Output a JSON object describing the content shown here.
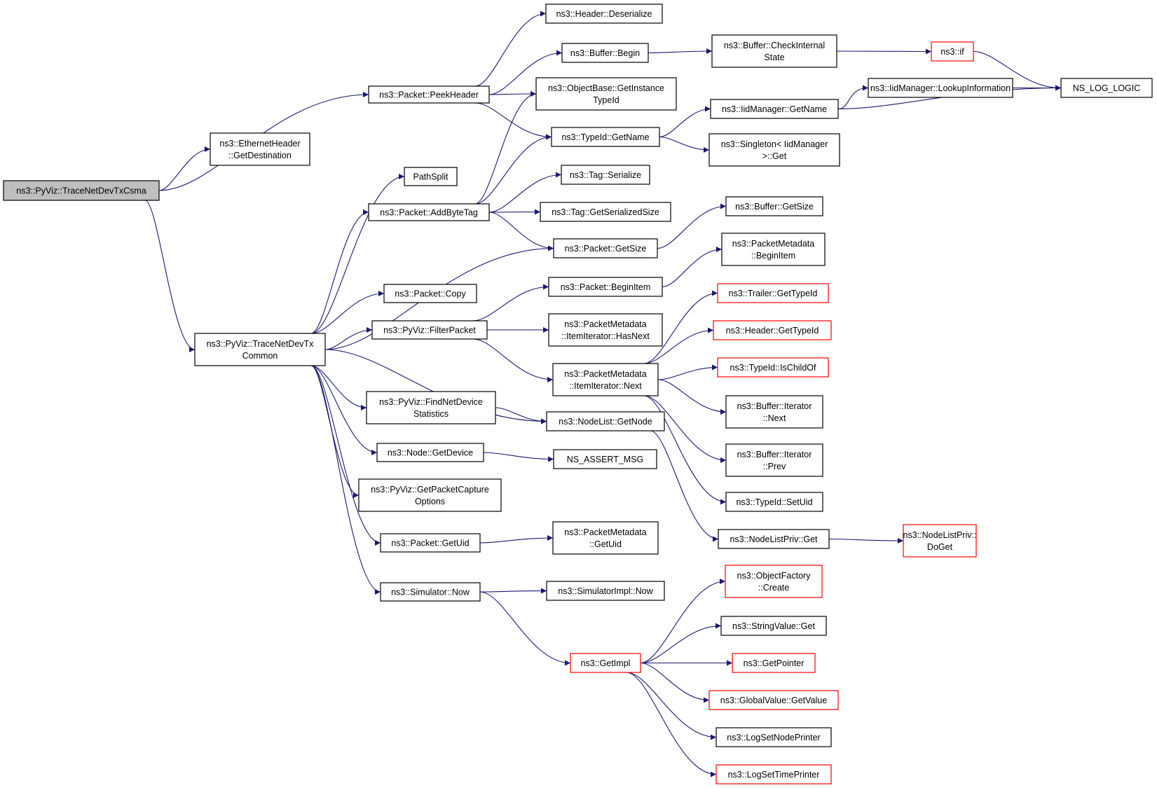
{
  "style": {
    "edge_color": "#191970",
    "node_border": "#000000",
    "truncated_border": "#ff0000",
    "root_fill": "#bfbfbf",
    "node_fill": "#ffffff"
  },
  "nodes": [
    {
      "id": "root",
      "lines": [
        "ns3::PyViz::TraceNetDevTxCsma"
      ],
      "kind": "root"
    },
    {
      "id": "ethhdr",
      "lines": [
        "ns3::EthernetHeader",
        "::GetDestination"
      ],
      "kind": "normal"
    },
    {
      "id": "common",
      "lines": [
        "ns3::PyViz::TraceNetDevTx",
        "Common"
      ],
      "kind": "normal"
    },
    {
      "id": "peekhdr",
      "lines": [
        "ns3::Packet::PeekHeader"
      ],
      "kind": "normal"
    },
    {
      "id": "pathsplit",
      "lines": [
        "PathSplit"
      ],
      "kind": "normal"
    },
    {
      "id": "addbytetag",
      "lines": [
        "ns3::Packet::AddByteTag"
      ],
      "kind": "normal"
    },
    {
      "id": "copy",
      "lines": [
        "ns3::Packet::Copy"
      ],
      "kind": "normal"
    },
    {
      "id": "filterpkt",
      "lines": [
        "ns3::PyViz::FilterPacket"
      ],
      "kind": "normal"
    },
    {
      "id": "findnds",
      "lines": [
        "ns3::PyViz::FindNetDevice",
        "Statistics"
      ],
      "kind": "normal"
    },
    {
      "id": "getdevice",
      "lines": [
        "ns3::Node::GetDevice"
      ],
      "kind": "normal"
    },
    {
      "id": "getpco",
      "lines": [
        "ns3::PyViz::GetPacketCapture",
        "Options"
      ],
      "kind": "normal"
    },
    {
      "id": "getuid",
      "lines": [
        "ns3::Packet::GetUid"
      ],
      "kind": "normal"
    },
    {
      "id": "simnow",
      "lines": [
        "ns3::Simulator::Now"
      ],
      "kind": "normal"
    },
    {
      "id": "hdrdeser",
      "lines": [
        "ns3::Header::Deserialize"
      ],
      "kind": "normal"
    },
    {
      "id": "bufbegin",
      "lines": [
        "ns3::Buffer::Begin"
      ],
      "kind": "normal"
    },
    {
      "id": "objbase",
      "lines": [
        "ns3::ObjectBase::GetInstance",
        "TypeId"
      ],
      "kind": "normal"
    },
    {
      "id": "tidgetname",
      "lines": [
        "ns3::TypeId::GetName"
      ],
      "kind": "normal"
    },
    {
      "id": "tagser",
      "lines": [
        "ns3::Tag::Serialize"
      ],
      "kind": "normal"
    },
    {
      "id": "taggss",
      "lines": [
        "ns3::Tag::GetSerializedSize"
      ],
      "kind": "normal"
    },
    {
      "id": "pktgetsize",
      "lines": [
        "ns3::Packet::GetSize"
      ],
      "kind": "normal"
    },
    {
      "id": "pktbeginitem",
      "lines": [
        "ns3::Packet::BeginItem"
      ],
      "kind": "normal"
    },
    {
      "id": "pmhasnext",
      "lines": [
        "ns3::PacketMetadata",
        "::ItemIterator::HasNext"
      ],
      "kind": "normal"
    },
    {
      "id": "pmnext",
      "lines": [
        "ns3::PacketMetadata",
        "::ItemIterator::Next"
      ],
      "kind": "normal"
    },
    {
      "id": "nlgetnode",
      "lines": [
        "ns3::NodeList::GetNode"
      ],
      "kind": "normal"
    },
    {
      "id": "nsassert",
      "lines": [
        "NS_ASSERT_MSG"
      ],
      "kind": "normal"
    },
    {
      "id": "pmgetuid",
      "lines": [
        "ns3::PacketMetadata",
        "::GetUid"
      ],
      "kind": "normal"
    },
    {
      "id": "simimplnow",
      "lines": [
        "ns3::SimulatorImpl::Now"
      ],
      "kind": "normal"
    },
    {
      "id": "getimpl",
      "lines": [
        "ns3::GetImpl"
      ],
      "kind": "truncated"
    },
    {
      "id": "bufcheck",
      "lines": [
        "ns3::Buffer::CheckInternal",
        "State"
      ],
      "kind": "normal"
    },
    {
      "id": "iidgetname",
      "lines": [
        "ns3::IidManager::GetName"
      ],
      "kind": "normal"
    },
    {
      "id": "singleton",
      "lines": [
        "ns3::Singleton< IidManager",
        ">::Get"
      ],
      "kind": "normal"
    },
    {
      "id": "bufgetsize",
      "lines": [
        "ns3::Buffer::GetSize"
      ],
      "kind": "normal"
    },
    {
      "id": "pmbeginitem",
      "lines": [
        "ns3::PacketMetadata",
        "::BeginItem"
      ],
      "kind": "normal"
    },
    {
      "id": "trailertid",
      "lines": [
        "ns3::Trailer::GetTypeId"
      ],
      "kind": "truncated"
    },
    {
      "id": "headertid",
      "lines": [
        "ns3::Header::GetTypeId"
      ],
      "kind": "truncated"
    },
    {
      "id": "ischildof",
      "lines": [
        "ns3::TypeId::IsChildOf"
      ],
      "kind": "truncated"
    },
    {
      "id": "bufitnext",
      "lines": [
        "ns3::Buffer::Iterator",
        "::Next"
      ],
      "kind": "normal"
    },
    {
      "id": "bufitprev",
      "lines": [
        "ns3::Buffer::Iterator",
        "::Prev"
      ],
      "kind": "normal"
    },
    {
      "id": "setuid",
      "lines": [
        "ns3::TypeId::SetUid"
      ],
      "kind": "normal"
    },
    {
      "id": "nlprivget",
      "lines": [
        "ns3::NodeListPriv::Get"
      ],
      "kind": "normal"
    },
    {
      "id": "objfactory",
      "lines": [
        "ns3::ObjectFactory",
        "::Create"
      ],
      "kind": "truncated"
    },
    {
      "id": "strvalget",
      "lines": [
        "ns3::StringValue::Get"
      ],
      "kind": "normal"
    },
    {
      "id": "getpointer",
      "lines": [
        "ns3::GetPointer"
      ],
      "kind": "truncated"
    },
    {
      "id": "gvgetvalue",
      "lines": [
        "ns3::GlobalValue::GetValue"
      ],
      "kind": "truncated"
    },
    {
      "id": "lognode",
      "lines": [
        "ns3::LogSetNodePrinter"
      ],
      "kind": "normal"
    },
    {
      "id": "logtime",
      "lines": [
        "ns3::LogSetTimePrinter"
      ],
      "kind": "truncated"
    },
    {
      "id": "if",
      "lines": [
        "ns3::if"
      ],
      "kind": "truncated"
    },
    {
      "id": "lookupinfo",
      "lines": [
        "ns3::IidManager::LookupInformation"
      ],
      "kind": "normal"
    },
    {
      "id": "nslog",
      "lines": [
        "NS_LOG_LOGIC"
      ],
      "kind": "normal"
    },
    {
      "id": "nlprivdoget",
      "lines": [
        "ns3::NodeListPriv::",
        "DoGet"
      ],
      "kind": "truncated"
    }
  ],
  "edges": [
    [
      "root",
      "ethhdr"
    ],
    [
      "root",
      "peekhdr"
    ],
    [
      "root",
      "common"
    ],
    [
      "common",
      "pathsplit"
    ],
    [
      "common",
      "addbytetag"
    ],
    [
      "common",
      "pktgetsize"
    ],
    [
      "common",
      "copy"
    ],
    [
      "common",
      "filterpkt"
    ],
    [
      "common",
      "nlgetnode"
    ],
    [
      "common",
      "findnds"
    ],
    [
      "common",
      "getdevice"
    ],
    [
      "common",
      "getpco"
    ],
    [
      "common",
      "getuid"
    ],
    [
      "common",
      "simnow"
    ],
    [
      "peekhdr",
      "hdrdeser"
    ],
    [
      "peekhdr",
      "bufbegin"
    ],
    [
      "peekhdr",
      "objbase"
    ],
    [
      "peekhdr",
      "tidgetname"
    ],
    [
      "addbytetag",
      "objbase"
    ],
    [
      "addbytetag",
      "tidgetname"
    ],
    [
      "addbytetag",
      "tagser"
    ],
    [
      "addbytetag",
      "taggss"
    ],
    [
      "addbytetag",
      "pktgetsize"
    ],
    [
      "bufbegin",
      "bufcheck"
    ],
    [
      "bufcheck",
      "if"
    ],
    [
      "if",
      "nslog"
    ],
    [
      "tidgetname",
      "iidgetname"
    ],
    [
      "tidgetname",
      "singleton"
    ],
    [
      "iidgetname",
      "lookupinfo"
    ],
    [
      "iidgetname",
      "nslog"
    ],
    [
      "lookupinfo",
      "nslog"
    ],
    [
      "pktgetsize",
      "bufgetsize"
    ],
    [
      "filterpkt",
      "pktbeginitem"
    ],
    [
      "filterpkt",
      "pmhasnext"
    ],
    [
      "filterpkt",
      "pmnext"
    ],
    [
      "pktbeginitem",
      "pmbeginitem"
    ],
    [
      "pmnext",
      "trailertid"
    ],
    [
      "pmnext",
      "headertid"
    ],
    [
      "pmnext",
      "ischildof"
    ],
    [
      "pmnext",
      "bufitnext"
    ],
    [
      "pmnext",
      "bufitprev"
    ],
    [
      "pmnext",
      "setuid"
    ],
    [
      "findnds",
      "nlgetnode"
    ],
    [
      "nlgetnode",
      "nlprivget"
    ],
    [
      "nlprivget",
      "nlprivdoget"
    ],
    [
      "getdevice",
      "nsassert"
    ],
    [
      "getuid",
      "pmgetuid"
    ],
    [
      "simnow",
      "simimplnow"
    ],
    [
      "simnow",
      "getimpl"
    ],
    [
      "getimpl",
      "objfactory"
    ],
    [
      "getimpl",
      "strvalget"
    ],
    [
      "getimpl",
      "getpointer"
    ],
    [
      "getimpl",
      "gvgetvalue"
    ],
    [
      "getimpl",
      "lognode"
    ],
    [
      "getimpl",
      "logtime"
    ]
  ]
}
